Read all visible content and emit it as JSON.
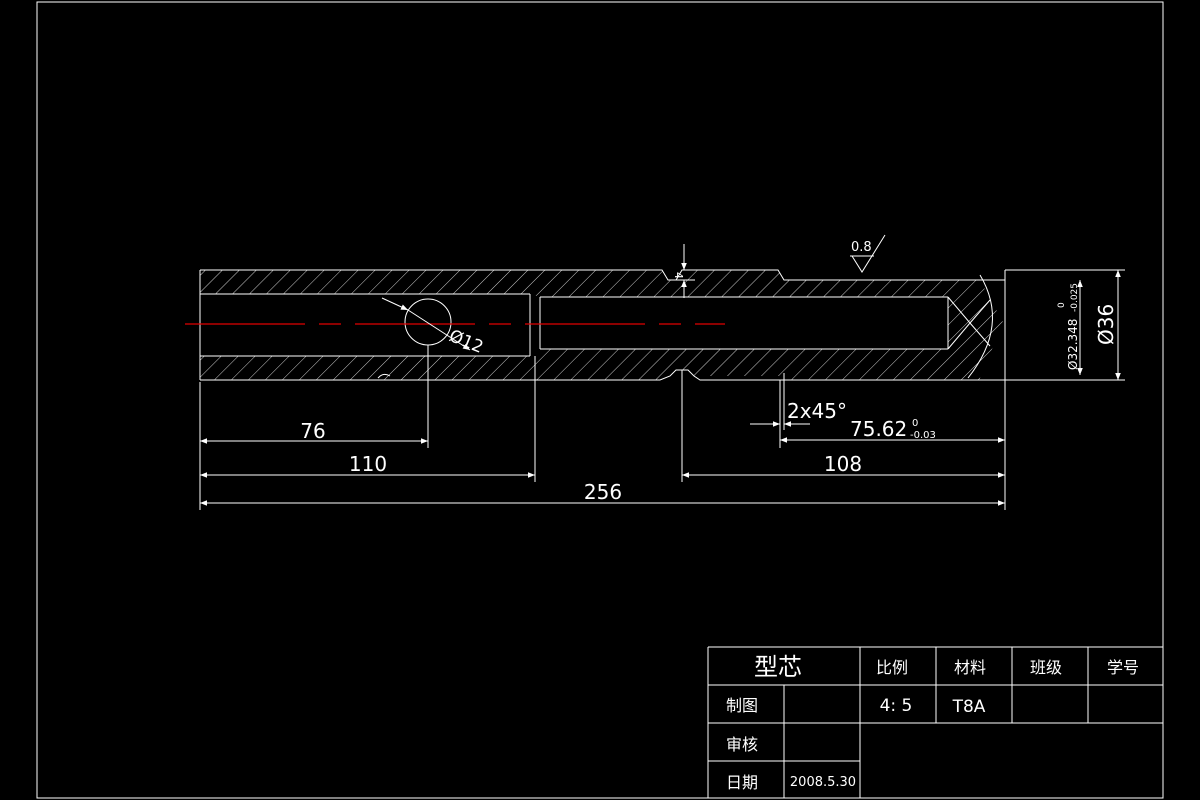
{
  "dimensions": {
    "d76": "76",
    "d110": "110",
    "d256": "256",
    "d108": "108",
    "d75": "75.62",
    "d75_upper": "0",
    "d75_lower": "-0.03",
    "chamfer": "2x45°",
    "hole_dia": "Ø12",
    "groove_depth": "4",
    "roughness": "0.8",
    "outer_dia": "Ø36",
    "inner_dia": "Ø32.348",
    "inner_upper": "0",
    "inner_lower": "-0.025"
  },
  "title_block": {
    "part_name": "型芯",
    "scale_label": "比例",
    "material_label": "材料",
    "class_label": "班级",
    "student_no_label": "学号",
    "drawn_label": "制图",
    "scale_value": "4: 5",
    "material_value": "T8A",
    "check_label": "审核",
    "date_label": "日期",
    "date_value": "2008.5.30"
  }
}
